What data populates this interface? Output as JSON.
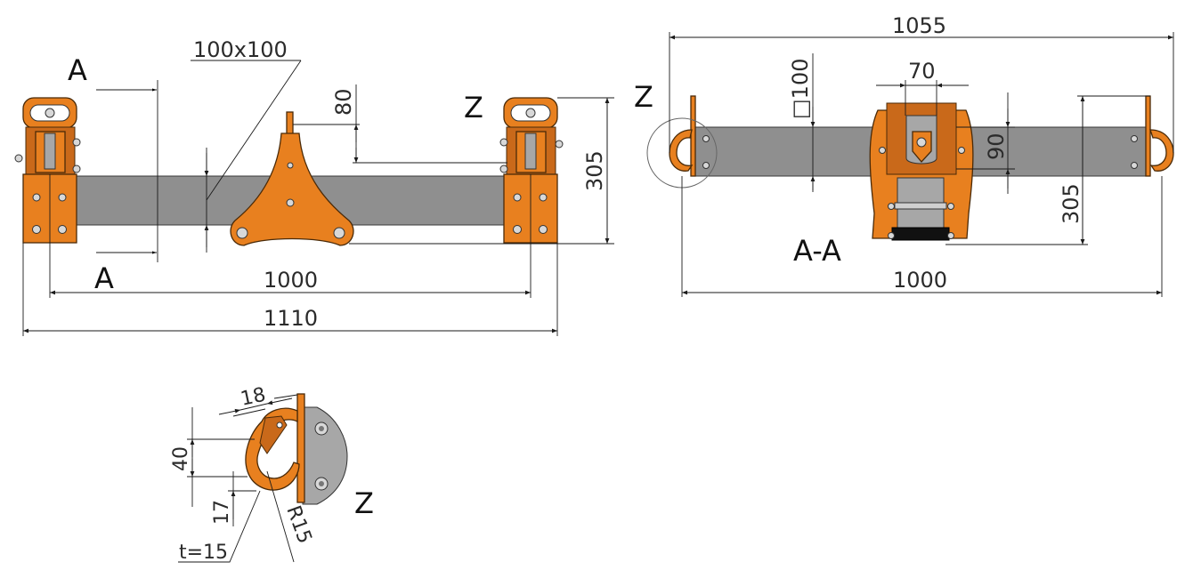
{
  "colors": {
    "accent": "#e8801f",
    "beam": "#8f8f8f",
    "line": "#1a1a1a"
  },
  "front_view": {
    "section_label_top": "A",
    "section_label_bottom": "A",
    "profile_label": "100x100",
    "height_80": "80",
    "detail_label": "Z",
    "height_305": "305",
    "width_1000": "1000",
    "width_1110": "1110"
  },
  "section_view": {
    "detail_label": "Z",
    "width_1055": "1055",
    "square_100": "□100",
    "width_70": "70",
    "height_90": "90",
    "height_305": "305",
    "section_title": "A-A",
    "width_1000": "1000"
  },
  "detail_z": {
    "dim_18": "18",
    "dim_40": "40",
    "dim_17": "17",
    "thickness": "t=15",
    "radius": "R15",
    "label": "Z"
  }
}
